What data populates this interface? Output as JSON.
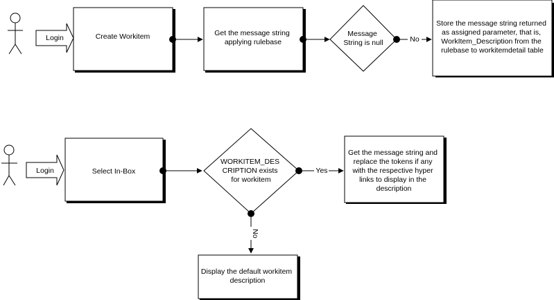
{
  "flow1": {
    "login_label": "Login",
    "create_workitem": "Create Workitem",
    "get_message": [
      "Get the message string",
      "applying rulebase"
    ],
    "decision": [
      "Message",
      "String is null"
    ],
    "no_label": "No",
    "store_message": [
      "Store the message string returned",
      "as assigned parameter, that is,",
      "WorkItem_Description from the",
      "rulebase to workitemdetail table"
    ]
  },
  "flow2": {
    "login_label": "Login",
    "select_inbox": "Select In-Box",
    "decision": [
      "WORKITEM_DES",
      "CRIPTION exists",
      "for workitem"
    ],
    "yes_label": "Yes",
    "no_label": "No",
    "get_message_replace": [
      "Get the message string and",
      "replace the tokens if any",
      "with the respective hyper",
      "links to display in the",
      "description"
    ],
    "display_default": [
      "Display the default workitem",
      "description"
    ]
  }
}
